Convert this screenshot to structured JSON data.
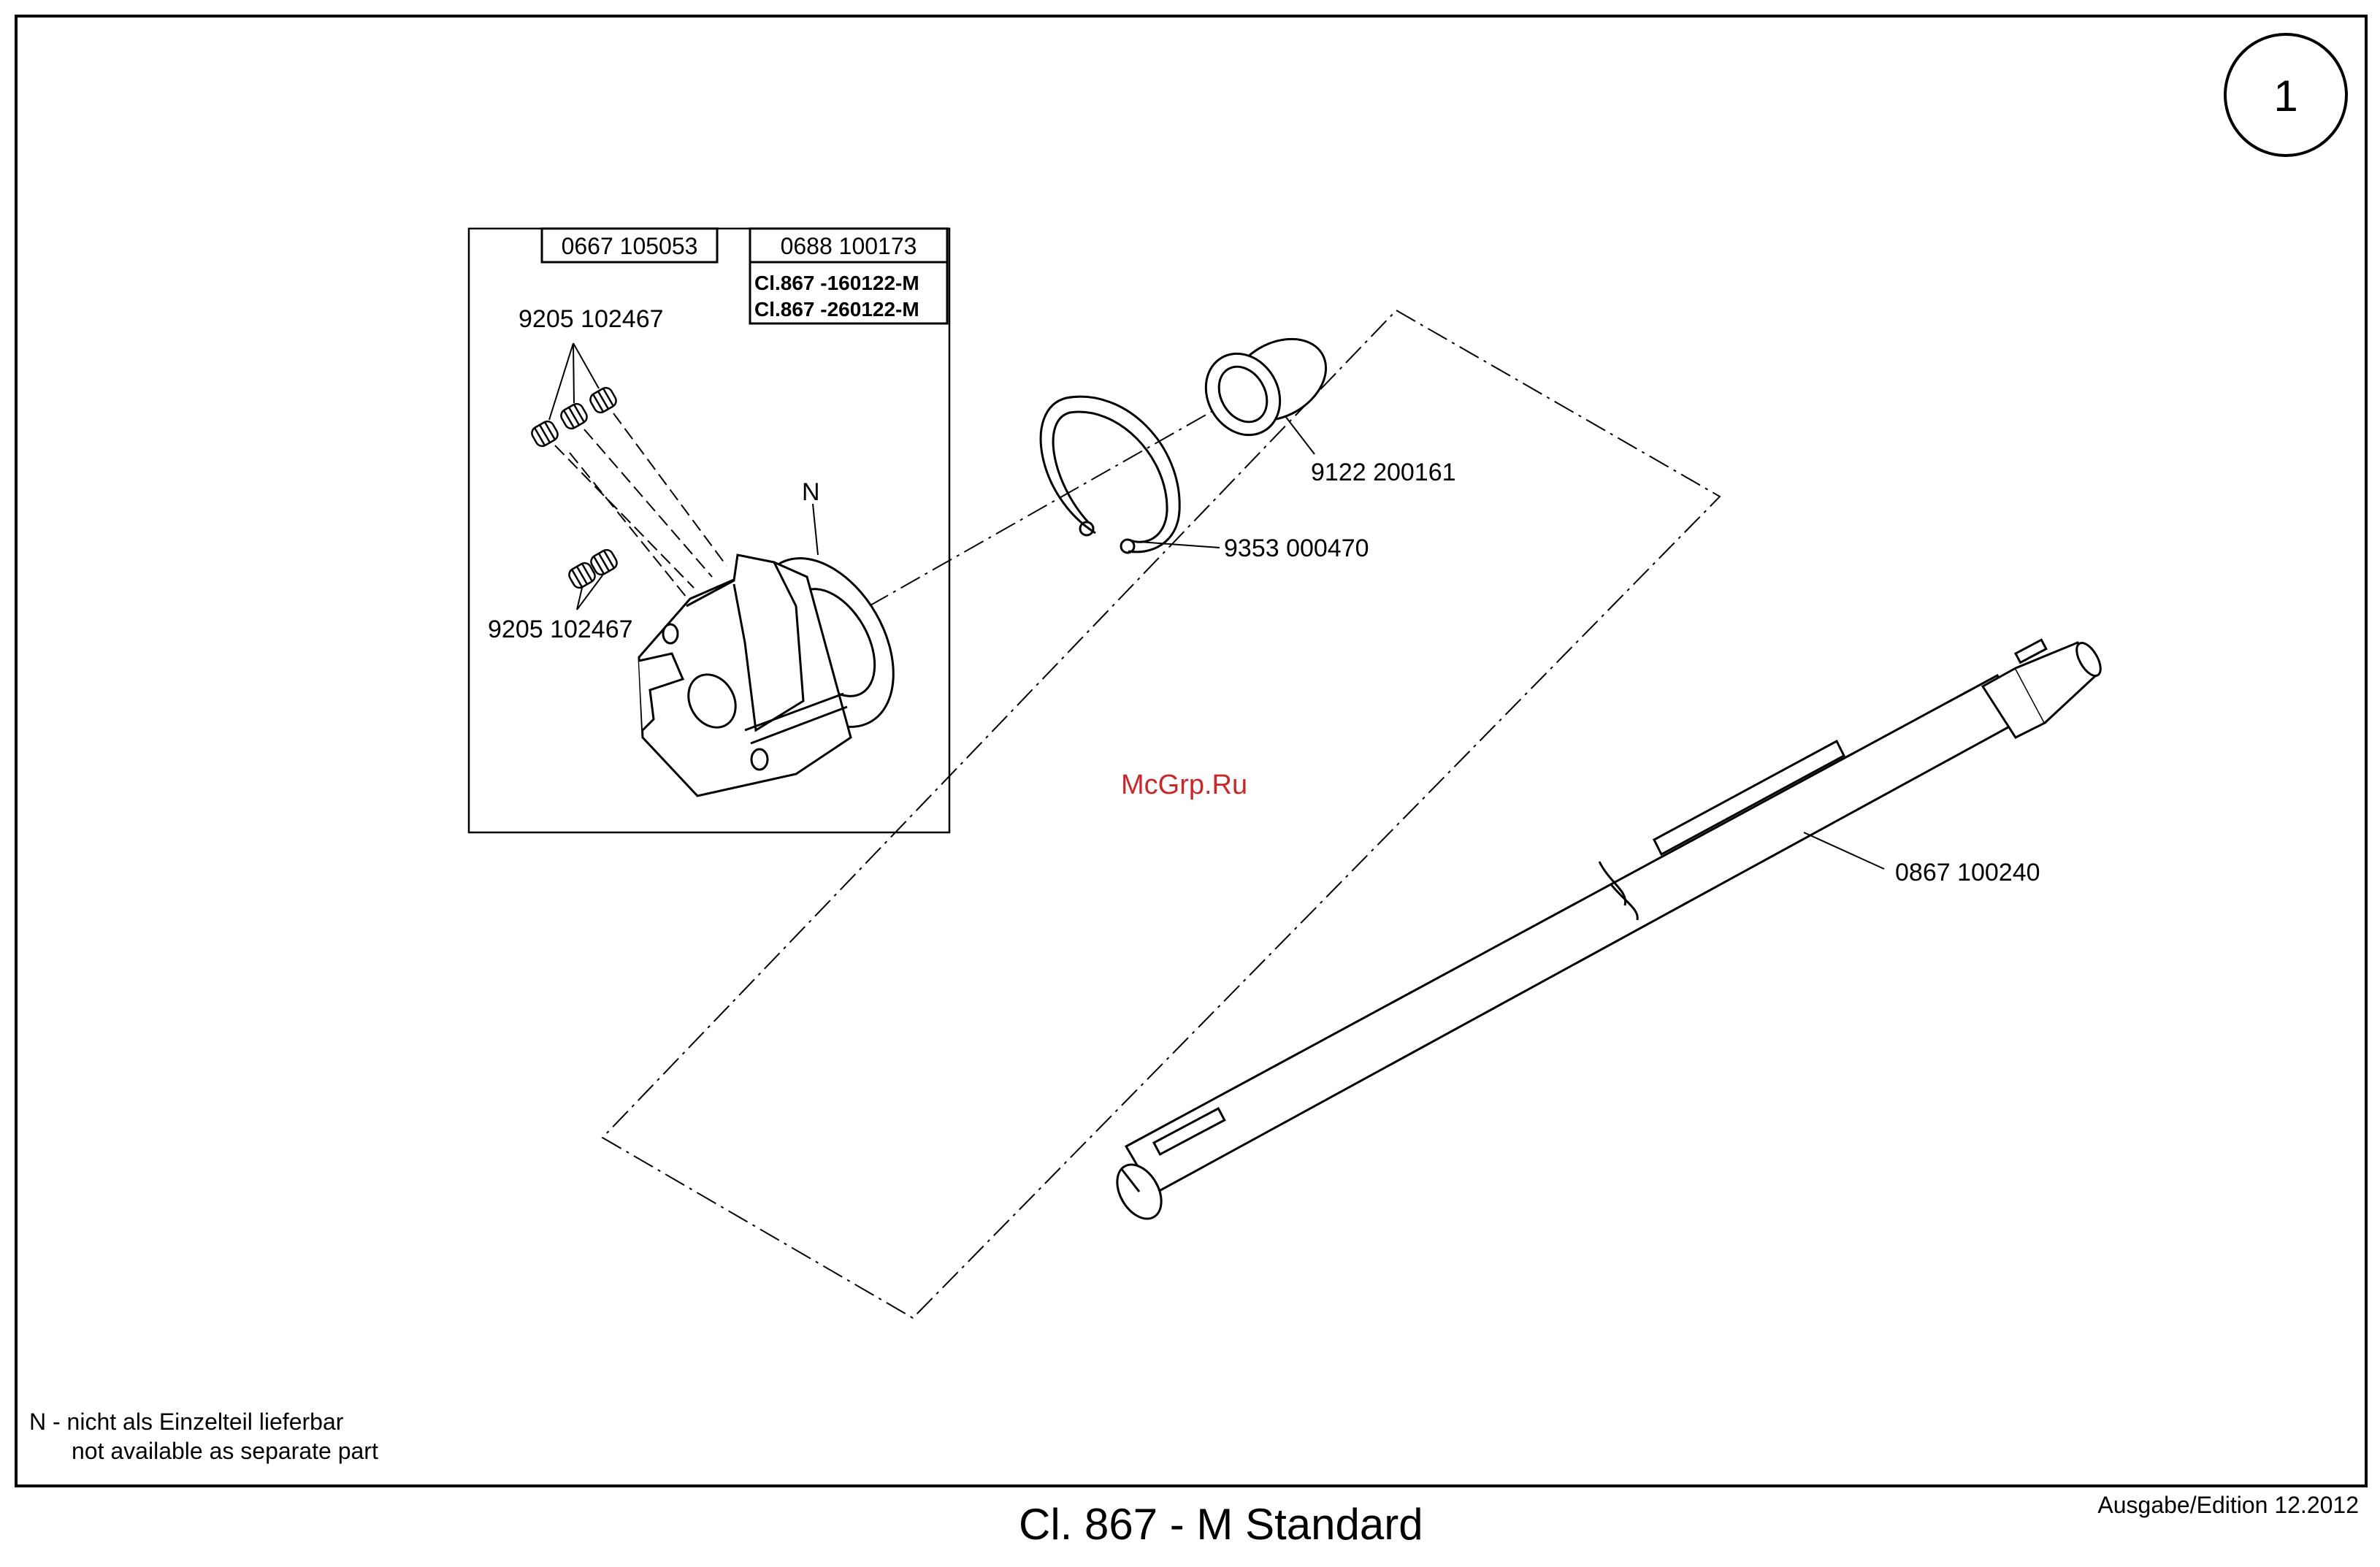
{
  "page_badge": "1",
  "assembly": {
    "part_box_left": "0667 105053",
    "part_box_right": "0688 100173",
    "variant_1": "Cl.867 -160122-M",
    "variant_2": "Cl.867 -260122-M"
  },
  "callouts": {
    "screw_top": "9205 102467",
    "screw_bottom": "9205 102467",
    "n_marker": "N",
    "bushing": "9122 200161",
    "retaining_ring": "9353 000470",
    "shaft": "0867 100240"
  },
  "watermark": "McGrp.Ru",
  "legend": {
    "line_1": "N - nicht als Einzelteil lieferbar",
    "line_2": "not available as separate part"
  },
  "footer": {
    "title": "Cl. 867 - M Standard",
    "edition": "Ausgabe/Edition  12.2012"
  }
}
